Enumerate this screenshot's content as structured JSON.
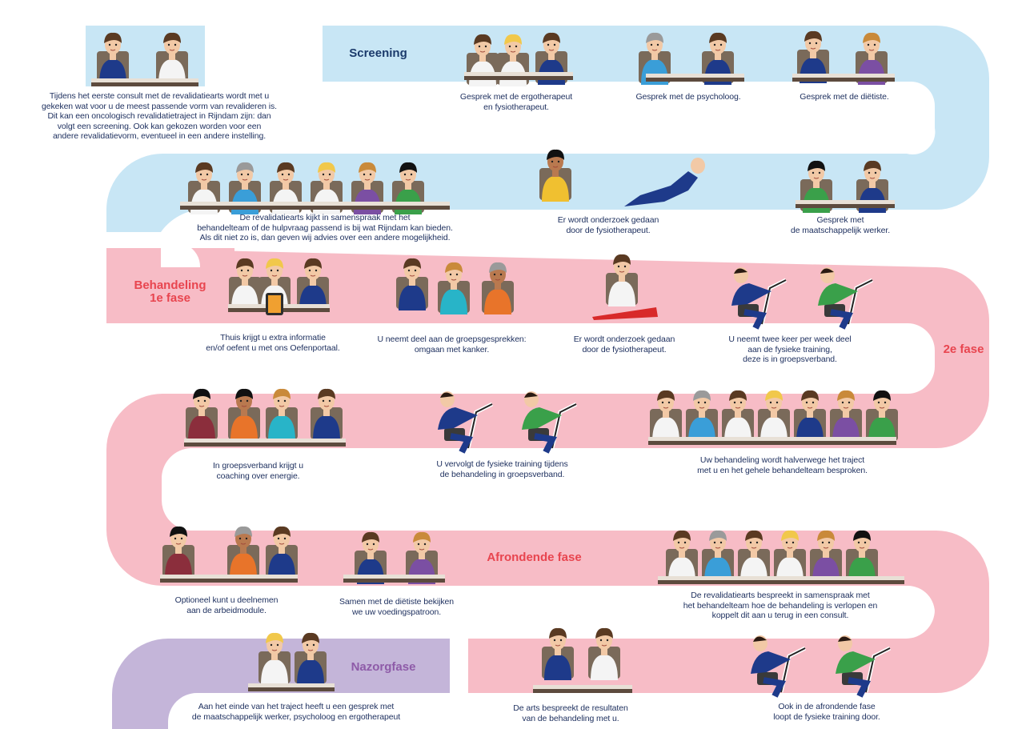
{
  "colors": {
    "screening_band": "#c8e6f5",
    "treatment_band": "#f7bcc6",
    "aftercare_band": "#c4b5d9",
    "screening_label": "#1b3a6b",
    "treatment_label": "#e8454f",
    "aftercare_label": "#8e5ba8",
    "caption_text": "#1d2f5e"
  },
  "phases": {
    "screening": "Screening",
    "treatment_1": "Behandeling\n1e fase",
    "treatment_2": "2e fase",
    "final": "Afrondende fase",
    "aftercare": "Nazorgfase"
  },
  "captions": {
    "intro": "Tijdens het eerste consult met de revalidatiearts wordt met u\ngekeken wat voor u de meest passende vorm van revalideren is.\nDit kan een oncologisch revalidatietraject in Rijndam zijn: dan\nvolgt een screening. Ook kan gekozen worden voor een\nandere revalidatievorm, eventueel in een andere instelling.",
    "s1": "Gesprek met de ergotherapeut\nen fysiotherapeut.",
    "s2": "Gesprek met de psycholoog.",
    "s3": "Gesprek met de diëtiste.",
    "s4": "De revalidatiearts kijkt in samenspraak met het\nbehandelteam of de hulpvraag passend is bij wat Rijndam kan bieden.\nAls dit niet zo is, dan geven wij advies over een andere mogelijkheid.",
    "s5": "Er wordt onderzoek gedaan\ndoor de fysiotherapeut.",
    "s6": "Gesprek met\nde maatschappelijk werker.",
    "t1": "Thuis krijgt u extra informatie\nen/of oefent u met ons Oefenportaal.",
    "t2": "U neemt deel aan de groepsgesprekken:\nomgaan met kanker.",
    "t3": "Er wordt onderzoek gedaan\ndoor de fysiotherapeut.",
    "t4": "U neemt twee keer per week deel\naan de fysieke training,\ndeze is in groepsverband.",
    "u1": "In groepsverband krijgt u\ncoaching over energie.",
    "u2": "U vervolgt de fysieke training tijdens\nde behandeling in groepsverband.",
    "u3": "Uw behandeling wordt halverwege het traject\nmet u en het gehele behandelteam besproken.",
    "f1": "Optioneel kunt u deelnemen\naan de arbeidmodule.",
    "f2": "Samen met de diëtiste bekijken\nwe uw voedingspatroon.",
    "f3": "De revalidatiearts bespreekt in samenspraak met\nhet behandelteam hoe de behandeling is verlopen en\nkoppelt dit aan u terug in een consult.",
    "n1": "Aan het einde van het traject heeft u een gesprek met\nde maatschappelijk werker, psycholoog en ergotherapeut",
    "n2": "De arts bespreekt de resultaten\nvan de behandeling met u.",
    "n3": "Ook in de afrondende fase\nloopt de fysieke training door."
  }
}
